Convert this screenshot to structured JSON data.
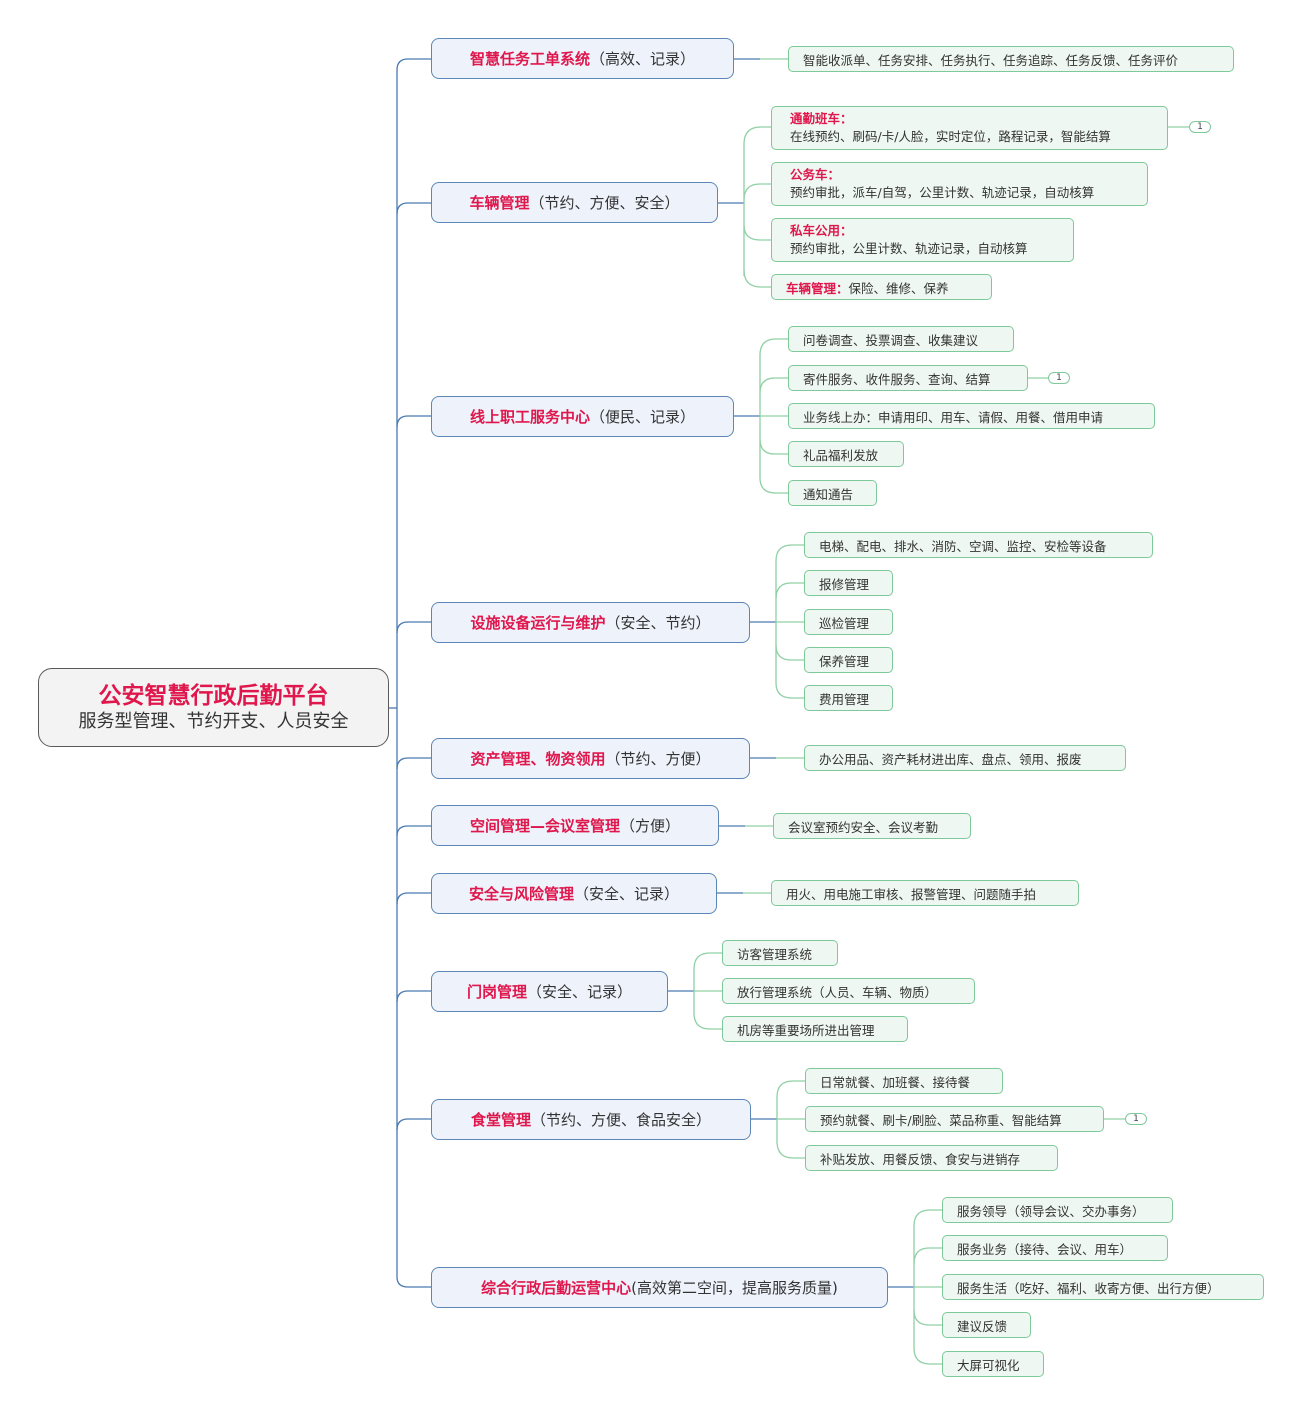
{
  "root": {
    "title": "公安智慧行政后勤平台",
    "subtitle": "服务型管理、节约开支、人员安全"
  },
  "branches": [
    {
      "title": "智慧任务工单系统",
      "note": "（高效、记录）",
      "children": [
        {
          "text": "智能收派单、任务安排、任务执行、任务追踪、任务反馈、任务评价"
        }
      ]
    },
    {
      "title": "车辆管理",
      "note": "（节约、方便、安全）",
      "children": [
        {
          "label": "通勤班车：",
          "text": "在线预约、刷码/卡/人脸，实时定位，路程记录，智能结算",
          "badge": "1"
        },
        {
          "label": "公务车：",
          "text": "预约审批，派车/自驾，公里计数、轨迹记录，自动核算"
        },
        {
          "label": "私车公用：",
          "text": "预约审批，公里计数、轨迹记录，自动核算"
        },
        {
          "label": "车辆管理：",
          "text": " 保险、维修、保养"
        }
      ]
    },
    {
      "title": "线上职工服务中心",
      "note": "（便民、记录）",
      "children": [
        {
          "text": "问卷调查、投票调查、收集建议"
        },
        {
          "text": "寄件服务、收件服务、查询、结算",
          "badge": "1"
        },
        {
          "text": "业务线上办：申请用印、用车、请假、用餐、借用申请"
        },
        {
          "text": "礼品福利发放"
        },
        {
          "text": "通知通告"
        }
      ]
    },
    {
      "title": "设施设备运行与维护",
      "note": "（安全、节约）",
      "children": [
        {
          "text": "电梯、配电、排水、消防、空调、监控、安检等设备"
        },
        {
          "text": "报修管理"
        },
        {
          "text": "巡检管理"
        },
        {
          "text": "保养管理"
        },
        {
          "text": "费用管理"
        }
      ]
    },
    {
      "title": "资产管理、物资领用",
      "note": "（节约、方便）",
      "children": [
        {
          "text": "办公用品、资产耗材进出库、盘点、领用、报废"
        }
      ]
    },
    {
      "title": "空间管理—会议室管理",
      "note": "（方便）",
      "children": [
        {
          "text": "会议室预约安全、会议考勤"
        }
      ]
    },
    {
      "title": "安全与风险管理",
      "note": "（安全、记录）",
      "children": [
        {
          "text": "用火、用电施工审核、报警管理、问题随手拍"
        }
      ]
    },
    {
      "title": "门岗管理",
      "note": "（安全、记录）",
      "children": [
        {
          "text": "访客管理系统"
        },
        {
          "text": "放行管理系统（人员、车辆、物质）"
        },
        {
          "text": "机房等重要场所进出管理"
        }
      ]
    },
    {
      "title": "食堂管理",
      "note": "（节约、方便、食品安全）",
      "children": [
        {
          "text": "日常就餐、加班餐、接待餐"
        },
        {
          "text": "预约就餐、刷卡/刷脸、菜品称重、智能结算",
          "badge": "1"
        },
        {
          "text": "补贴发放、用餐反馈、食安与进销存"
        }
      ]
    },
    {
      "title": "综合行政后勤运营中心",
      "note": "(高效第二空间，提高服务质量)",
      "children": [
        {
          "text": "服务领导（领导会议、交办事务）"
        },
        {
          "text": "服务业务（接待、会议、用车）"
        },
        {
          "text": "服务生活（吃好、福利、收寄方便、出行方便）"
        },
        {
          "text": "建议反馈"
        },
        {
          "text": "大屏可视化"
        }
      ]
    }
  ],
  "colors": {
    "accent": "#e0174d",
    "branch_border": "#5b86b5",
    "branch_fill": "#eef3fb",
    "leaf_border": "#7ec99a",
    "leaf_fill": "#eef7f1",
    "root_fill": "#f3f3f3"
  }
}
